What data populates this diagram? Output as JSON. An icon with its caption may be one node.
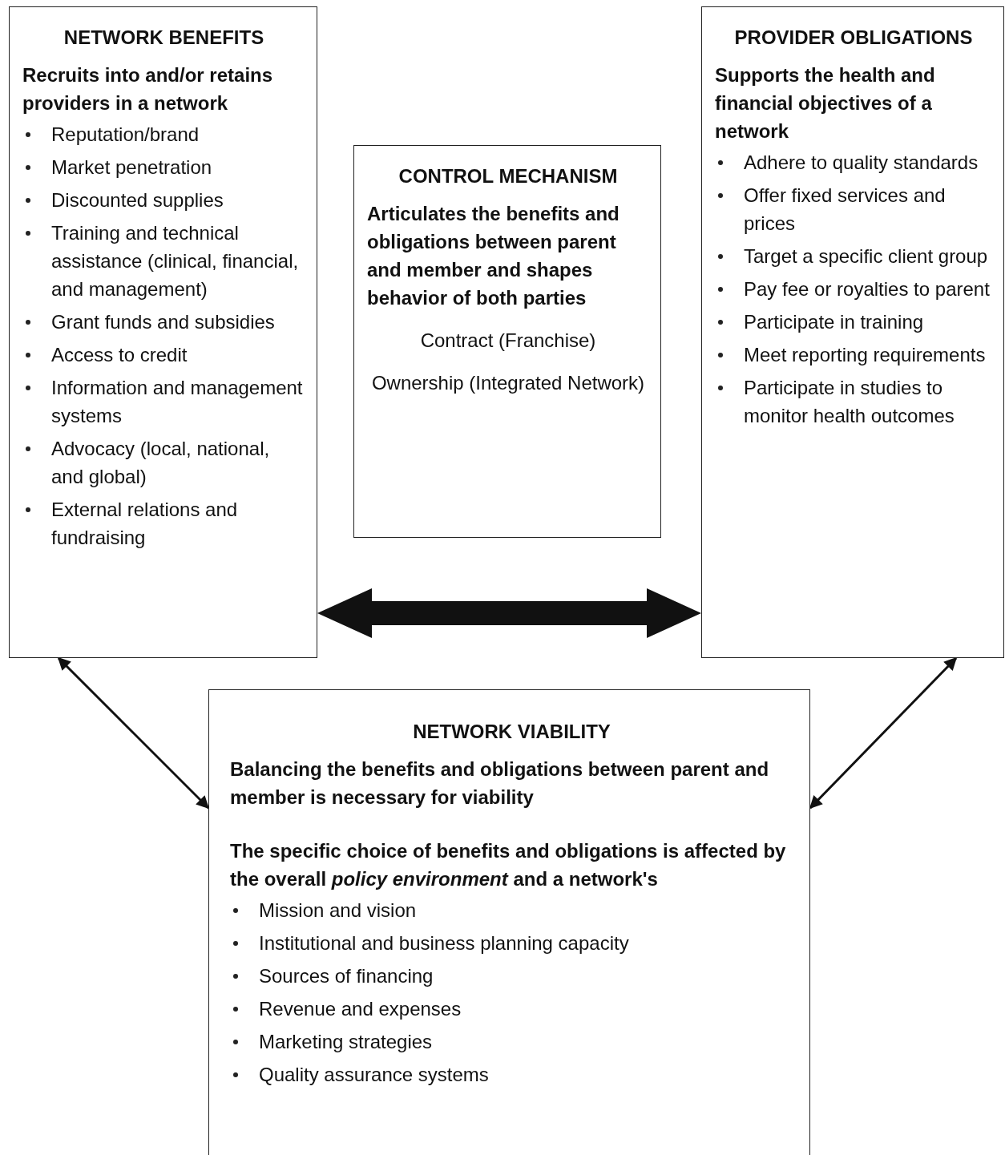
{
  "diagram": {
    "nodes": [
      {
        "text": [
          "NETWORK BENEFITS",
          "Recruits into and/or retains providers in a network",
          "Reputation/brand",
          "Market penetration",
          "Discounted supplies",
          "Training and technical assistance (clinical, financial, and management)",
          "Grant funds and subsidies",
          "Access to credit",
          "Information and management systems",
          "Advocacy (local, national, and global)",
          "External relations and fundraising"
        ]
      },
      {
        "text": [
          "CONTROL MECHANISM",
          "Articulates the benefits and obligations between parent and member and shapes behavior of both parties",
          "Contract (Franchise)",
          "Ownership (Integrated Network)"
        ]
      },
      {
        "text": [
          "PROVIDER OBLIGATIONS",
          "Supports the health and financial objectives of a network",
          "Adhere to quality standards",
          "Offer fixed services and prices",
          "Target a specific client group",
          "Pay fee or royalties to parent",
          "Participate in training",
          "Meet reporting requirements",
          "Participate in studies to monitor health outcomes"
        ]
      },
      {
        "text": [
          "NETWORK VIABILITY",
          "Balancing the benefits and obligations between parent and member is necessary for viability",
          "The specific choice of benefits and obligations is affected by the overall *policy environment* and a network's",
          "Mission and vision",
          "Institutional and business planning capacity",
          "Sources of financing",
          "Revenue and expenses",
          "Marketing strategies",
          "Quality assurance systems"
        ]
      }
    ],
    "edges": [
      {
        "from": 0,
        "to": 2,
        "arrow": "both",
        "style": "thick"
      },
      {
        "from": 0,
        "to": 3,
        "arrow": "both"
      },
      {
        "from": 2,
        "to": 3,
        "arrow": "both"
      }
    ]
  }
}
